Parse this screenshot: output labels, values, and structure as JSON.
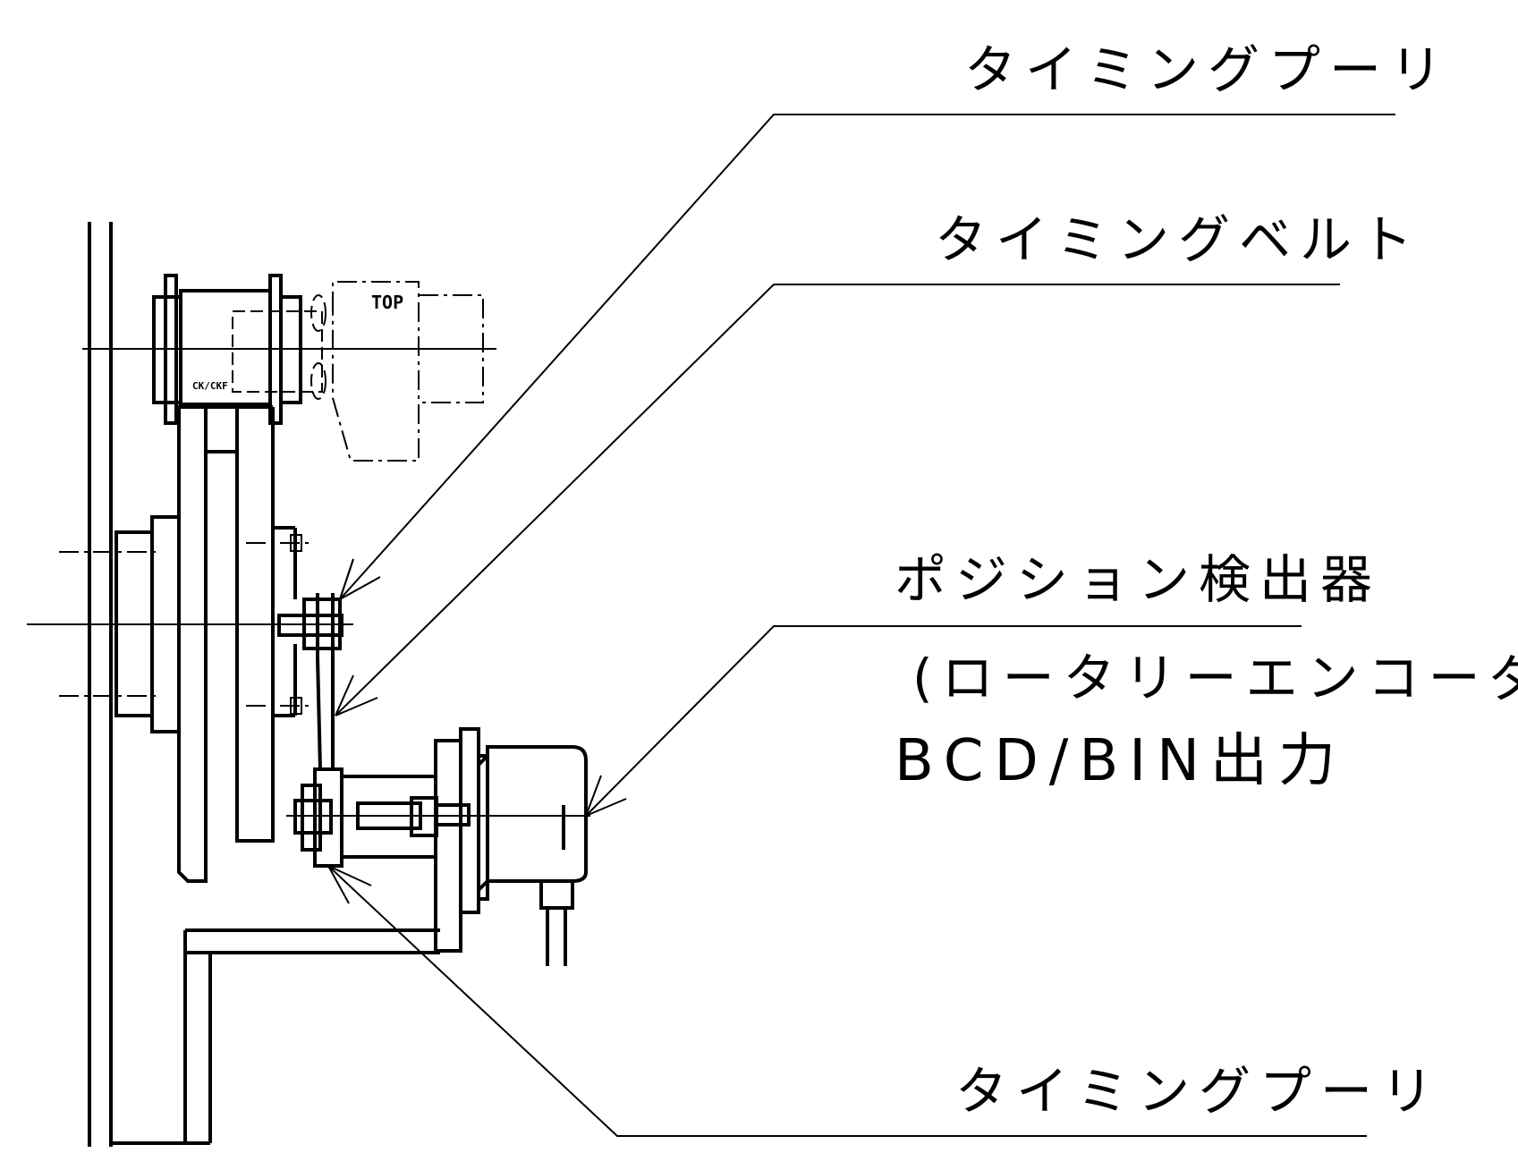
{
  "labels": {
    "pulley_top": "タイミングプーリ",
    "belt": "タイミングベルト",
    "encoder_line1": "ポジション検出器",
    "encoder_line2": "(ロータリーエンコーダ)",
    "encoder_line3": "BCD/BIN出力",
    "pulley_bottom": "タイミングプーリ"
  },
  "marks": {
    "top": "TOP"
  }
}
